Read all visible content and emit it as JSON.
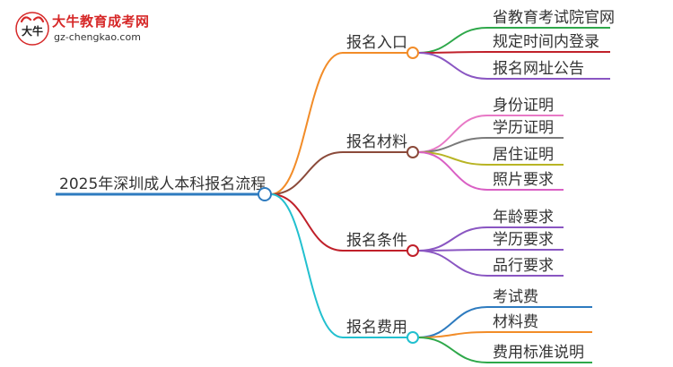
{
  "logo": {
    "title": "大牛教育成考网",
    "url": "gz-chengkao.com",
    "mark_text": "大牛"
  },
  "mindmap": {
    "root": {
      "label": "2025年深圳成人本科报名流程",
      "color": "#2e7bbf"
    },
    "branches": [
      {
        "label": "报名入口",
        "color": "#f28c28",
        "children": [
          {
            "label": "省教育考试院官网",
            "color": "#2ea84a"
          },
          {
            "label": "规定时间内登录",
            "color": "#c0202a"
          },
          {
            "label": "报名网址公告",
            "color": "#8a56c2"
          }
        ]
      },
      {
        "label": "报名材料",
        "color": "#8b4a3a",
        "children": [
          {
            "label": "身份证明",
            "color": "#e879c6"
          },
          {
            "label": "学历证明",
            "color": "#7a7a7a"
          },
          {
            "label": "居住证明",
            "color": "#b8b424"
          },
          {
            "label": "照片要求",
            "color": "#d95fc4"
          }
        ]
      },
      {
        "label": "报名条件",
        "color": "#c0202a",
        "children": [
          {
            "label": "年龄要求",
            "color": "#8a56c2"
          },
          {
            "label": "学历要求",
            "color": "#8a56c2"
          },
          {
            "label": "品行要求",
            "color": "#8a56c2"
          }
        ]
      },
      {
        "label": "报名费用",
        "color": "#22c0cf",
        "children": [
          {
            "label": "考试费",
            "color": "#2e7bbf"
          },
          {
            "label": "材料费",
            "color": "#f28c28"
          },
          {
            "label": "费用标准说明",
            "color": "#2ea84a"
          }
        ]
      }
    ]
  }
}
